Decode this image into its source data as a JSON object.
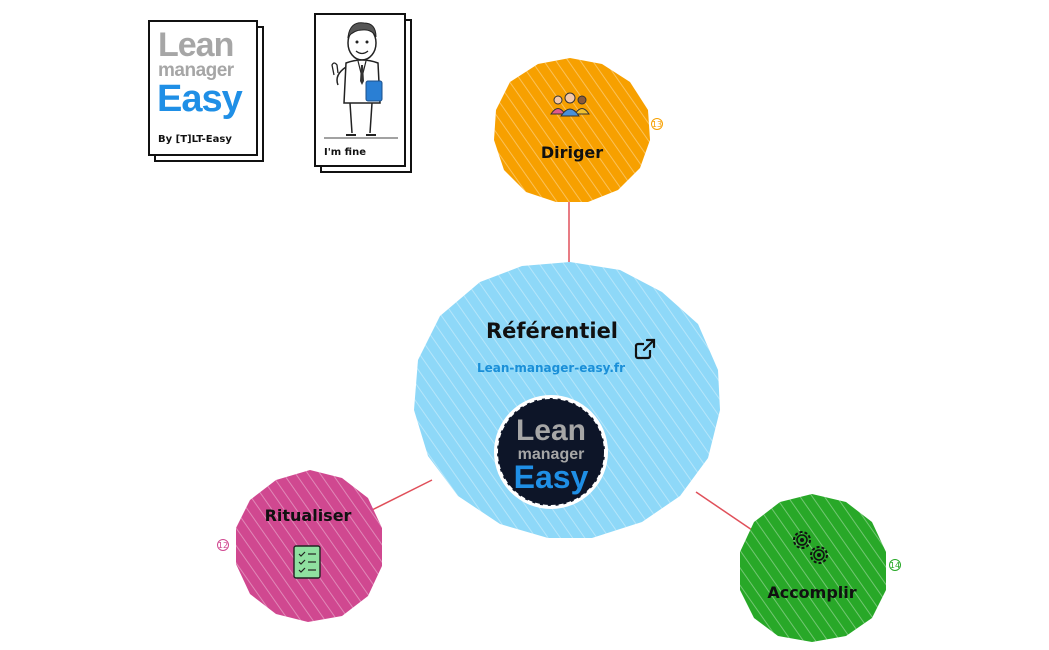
{
  "logo_card": {
    "line1": "Lean",
    "line2": "manager",
    "line3": "Easy",
    "byline": "By [T]LT-Easy"
  },
  "character_card": {
    "caption": "I'm fine"
  },
  "center": {
    "title": "Référentiel",
    "link_text": "Lean-manager-easy.fr",
    "logo_line1": "Lean",
    "logo_line2": "manager",
    "logo_line3": "Easy",
    "color": "#8ed8f8",
    "link_color": "#1a8fd8"
  },
  "nodes": {
    "diriger": {
      "label": "Diriger",
      "badge": "13",
      "color": "#f7a000",
      "icon": "people-group-icon"
    },
    "ritualiser": {
      "label": "Ritualiser",
      "badge": "12",
      "color": "#d04890",
      "icon": "checklist-icon"
    },
    "accomplir": {
      "label": "Accomplir",
      "badge": "14",
      "color": "#28a828",
      "icon": "gears-icon"
    }
  },
  "connector_color": "#e0505a"
}
